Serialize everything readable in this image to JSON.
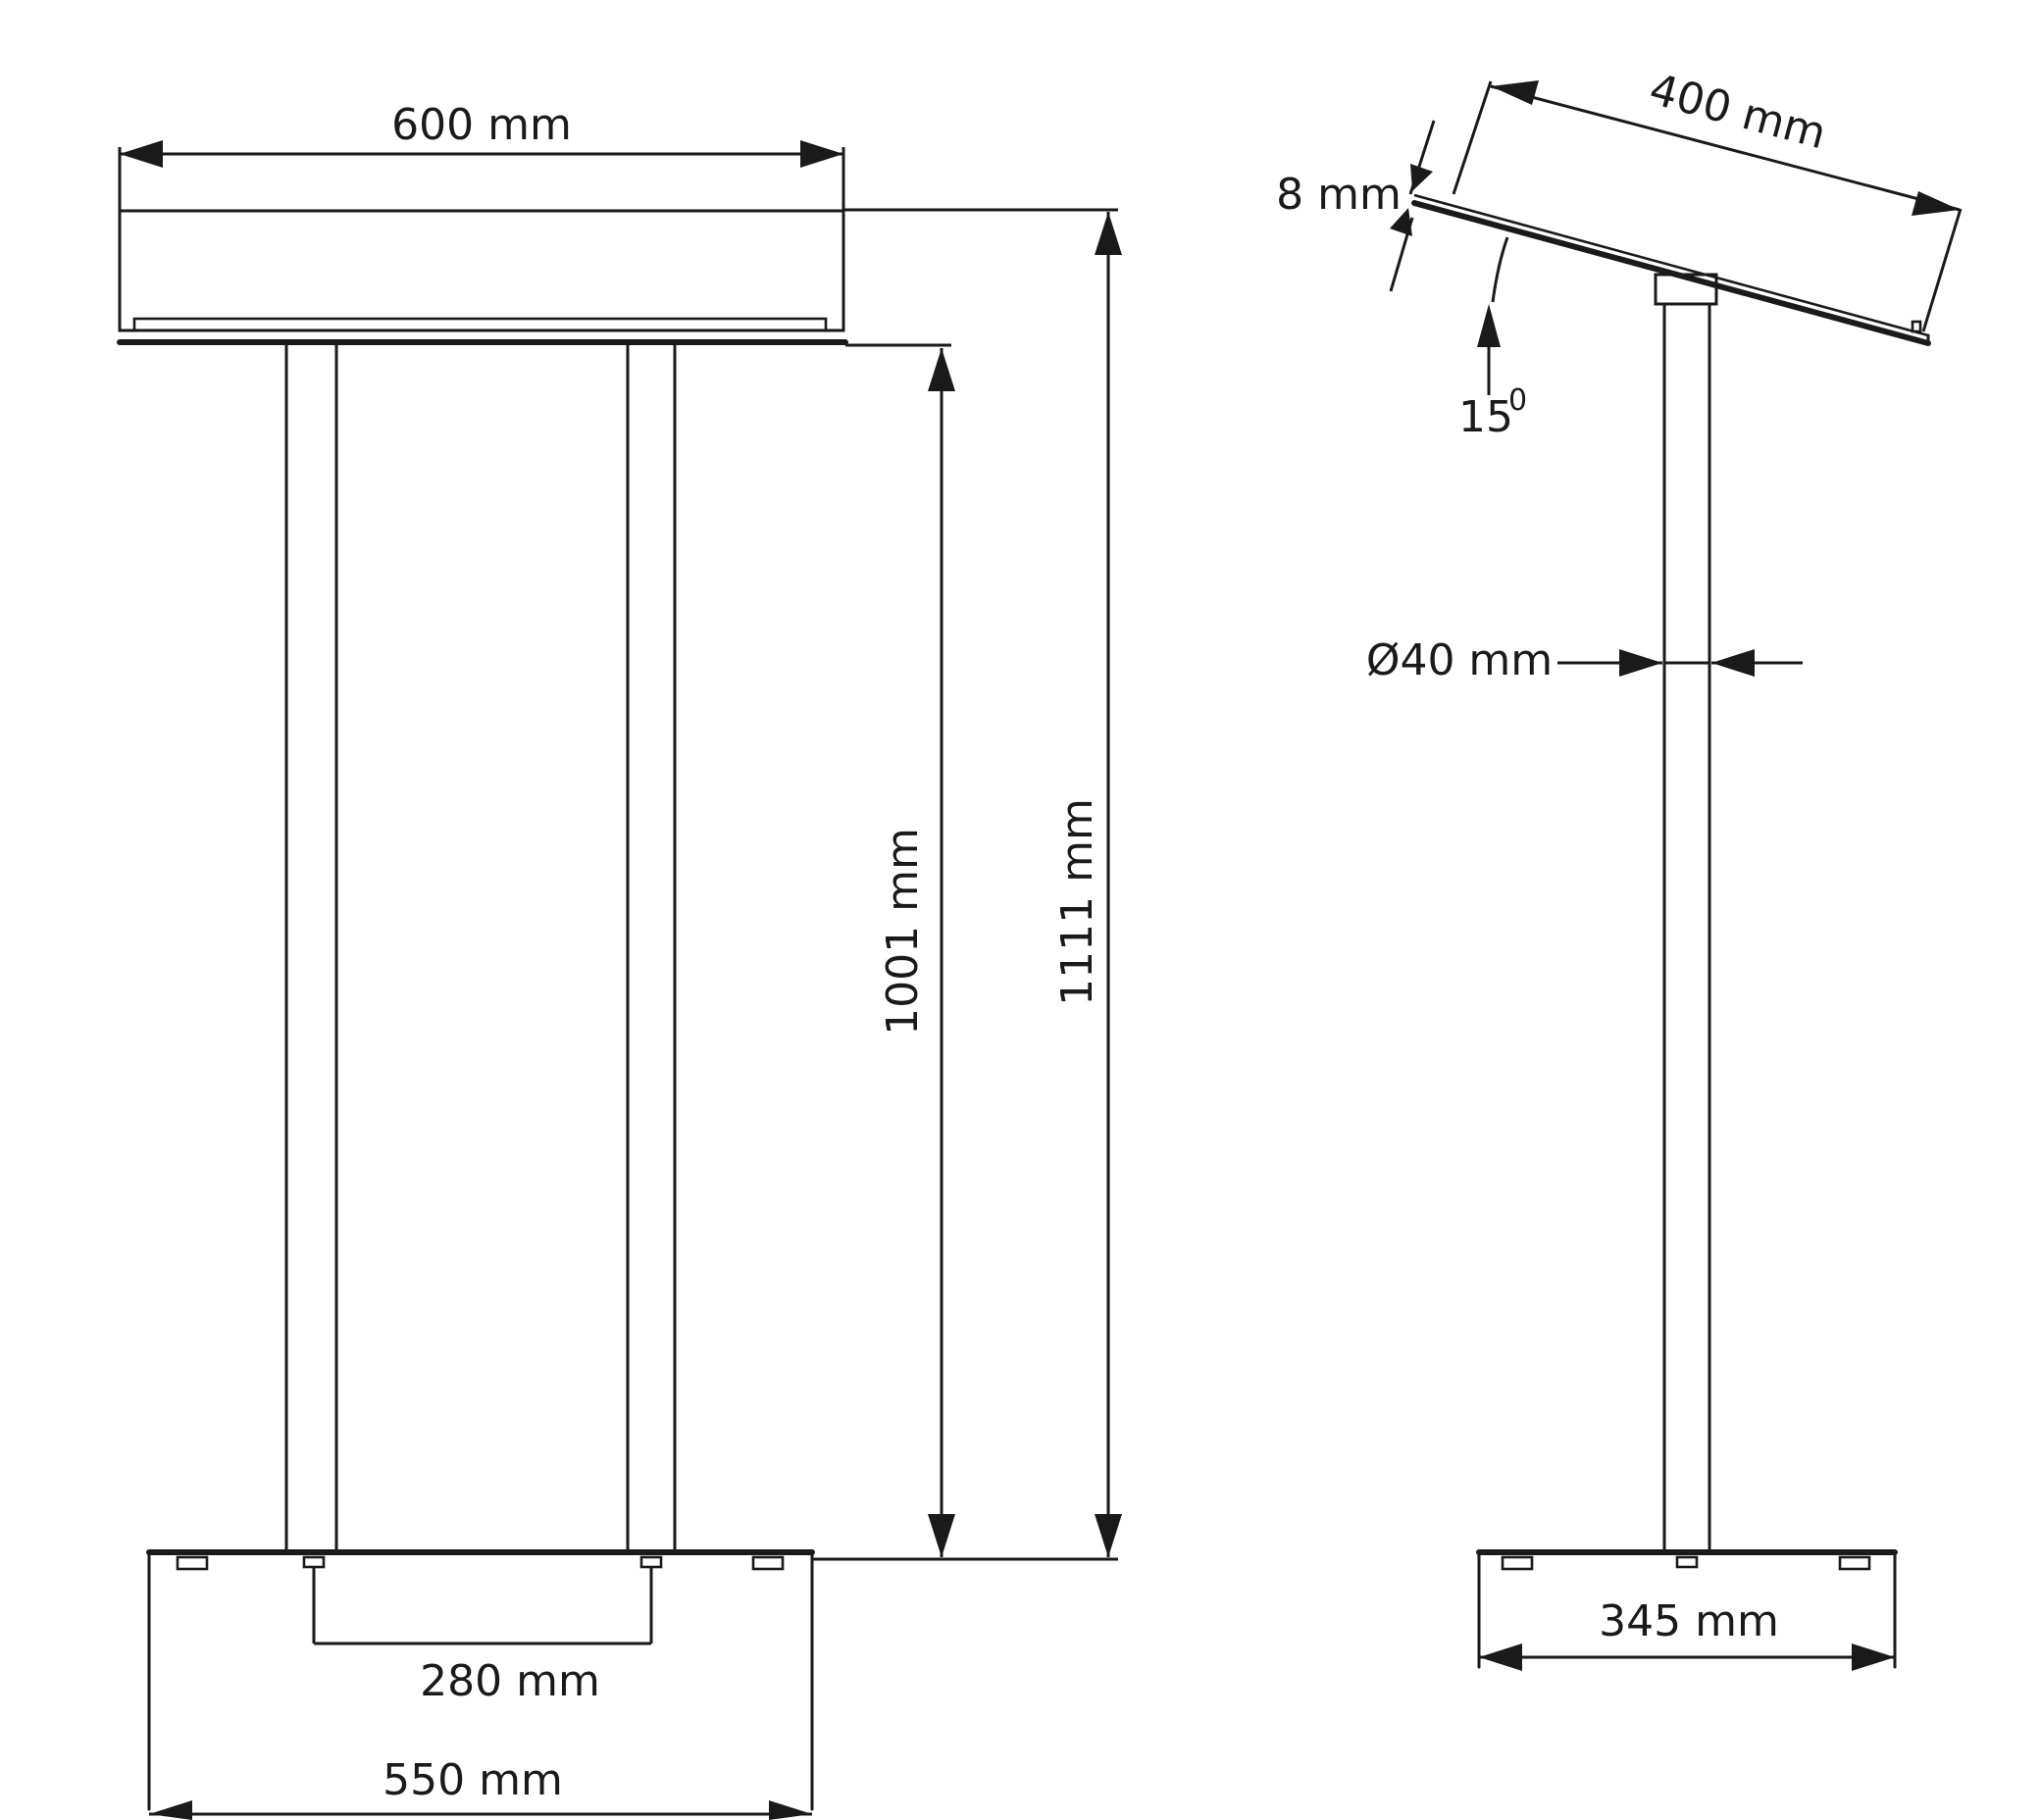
{
  "front_view": {
    "top_width": "600 mm",
    "column_height": "1001 mm",
    "total_height": "1111 mm",
    "column_spacing": "280 mm",
    "base_width": "550 mm"
  },
  "side_view": {
    "top_depth": "400 mm",
    "top_thickness": "8 mm",
    "tilt_angle": "15",
    "tilt_angle_unit": "0",
    "column_diameter": "Ø40 mm",
    "base_depth": "345 mm"
  }
}
